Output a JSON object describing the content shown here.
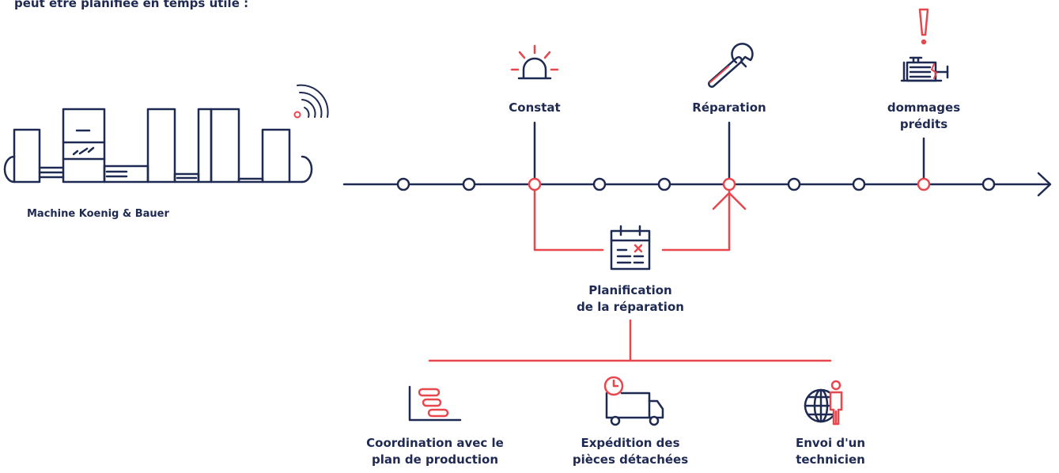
{
  "colors": {
    "navy": "#1f2a52",
    "accent_red": "#e8474e"
  },
  "header": {
    "text_fragment": "peut être planifiée en temps utile :"
  },
  "machine": {
    "label": "Machine Koenig & Bauer",
    "icons": [
      "printing-press-icon",
      "wireless-signal-icon"
    ]
  },
  "timeline": {
    "node_count": 10,
    "events": [
      {
        "label_lines": [
          "Constat"
        ],
        "icon": "alarm-beacon-icon",
        "node_index": 3
      },
      {
        "label_lines": [
          "Réparation"
        ],
        "icon": "wrench-icon",
        "node_index": 6
      },
      {
        "label_lines": [
          "dommages",
          "prédits"
        ],
        "icon": "motor-warning-icon",
        "node_index": 8
      }
    ]
  },
  "planning": {
    "label_lines": [
      "Planification",
      "de la réparation"
    ],
    "icon": "calendar-icon"
  },
  "actions": [
    {
      "label_lines": [
        "Coordination avec le",
        "plan de production"
      ],
      "icon": "gantt-chart-icon"
    },
    {
      "label_lines": [
        "Expédition des",
        "pièces détachées"
      ],
      "icon": "delivery-truck-icon"
    },
    {
      "label_lines": [
        "Envoi d'un",
        "technicien"
      ],
      "icon": "technician-globe-icon"
    }
  ]
}
